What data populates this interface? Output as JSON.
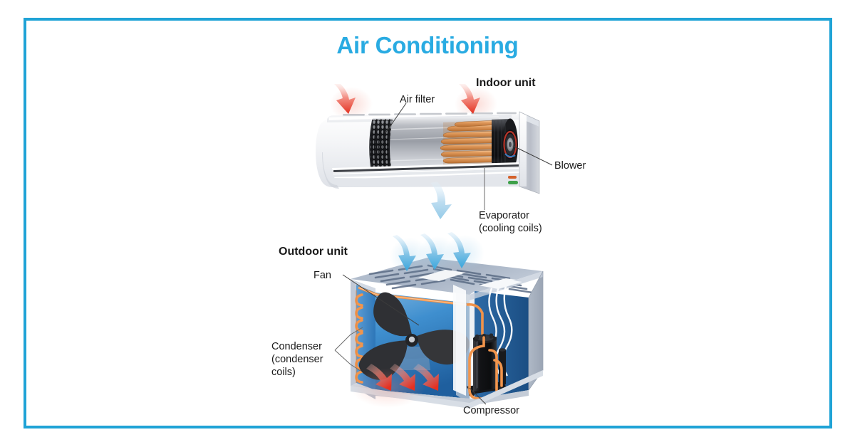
{
  "page": {
    "title": "Air Conditioning",
    "title_color": "#29abe2",
    "frame_color": "#1fa3d6",
    "background": "#ffffff"
  },
  "labels": {
    "indoor_unit": "Indoor unit",
    "outdoor_unit": "Outdoor unit",
    "air_filter": "Air filter",
    "blower": "Blower",
    "evaporator_line1": "Evaporator",
    "evaporator_line2": "(cooling coils)",
    "fan": "Fan",
    "condenser_line1": "Condenser",
    "condenser_line2": "(condenser",
    "condenser_line3": "coils)",
    "compressor": "Compressor"
  },
  "diagram": {
    "type": "schematic-illustration",
    "subject": "split-system air conditioner",
    "components": [
      {
        "name": "indoor-unit",
        "description": "wall-mounted cutaway showing air filter, evaporator coils and blower"
      },
      {
        "name": "outdoor-unit",
        "description": "isometric cutaway box showing fan, condenser coils and compressor"
      }
    ],
    "airflow": [
      {
        "name": "warm-air-intake",
        "color": "#e8392c",
        "direction": "down",
        "count": 2,
        "location": "indoor unit top grille"
      },
      {
        "name": "cool-air-supply",
        "color": "#a8d4ee",
        "direction": "down-curve",
        "count": 1,
        "location": "indoor unit outlet"
      },
      {
        "name": "outdoor-air-intake",
        "color": "#4eb3e0",
        "direction": "down-curve",
        "count": 3,
        "location": "outdoor unit top"
      },
      {
        "name": "hot-air-exhaust",
        "color": "#e8392c",
        "direction": "down-diagonal",
        "count": 3,
        "location": "outdoor unit bottom"
      }
    ],
    "palette": {
      "copper_coil": "#d98c4a",
      "condenser_coil": "#f0934a",
      "fan_black": "#2f3034",
      "interior_blue": "#2f7fc4",
      "casing_gray": "#c9ced9",
      "body_white": "#f3f4f6"
    }
  }
}
